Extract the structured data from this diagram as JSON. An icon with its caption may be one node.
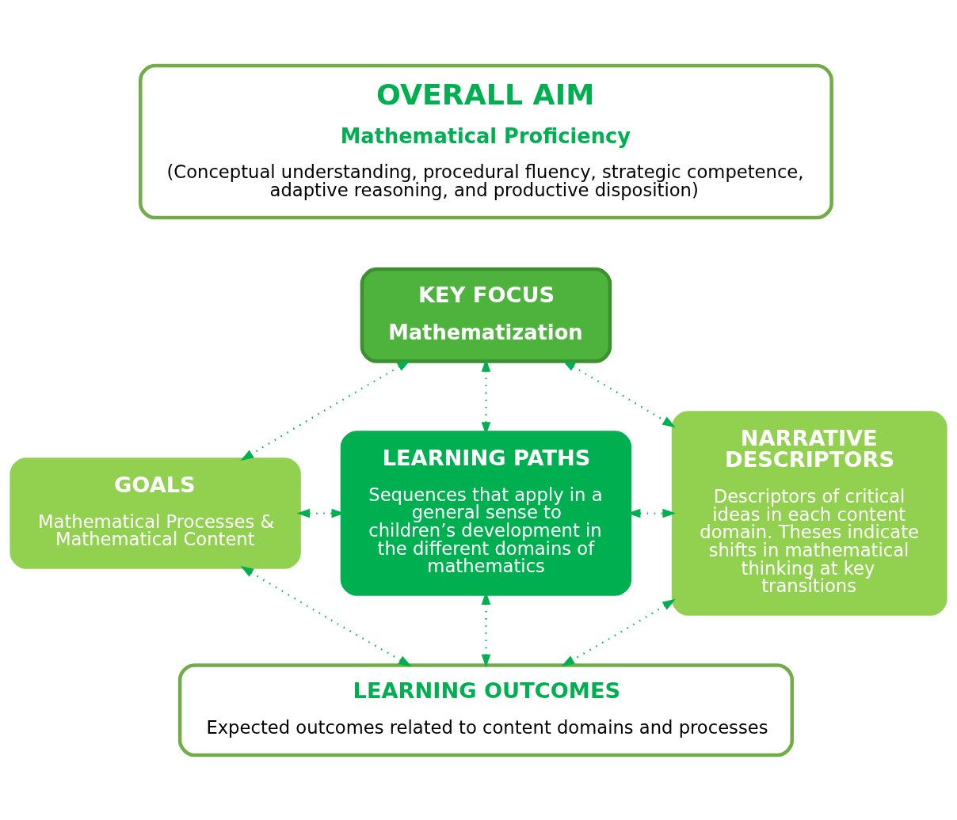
{
  "diagram": {
    "nodes": [
      {
        "text": [
          "OVERALL AIM",
          "Mathematical Proficiency",
          "(Conceptual understanding, procedural fluency, strategic competence, adaptive reasoning, and productive disposition)"
        ]
      },
      {
        "text": [
          "KEY FOCUS",
          "Mathematization"
        ]
      },
      {
        "text": [
          "GOALS",
          "Mathematical Processes & Mathematical Content"
        ]
      },
      {
        "text": [
          "LEARNING PATHS",
          "Sequences that apply in a general sense to children’s development in the different domains of mathematics"
        ]
      },
      {
        "text": [
          "NARRATIVE DESCRIPTORS",
          "Descriptors of critical ideas in each content domain. Theses indicate shifts in mathematical thinking at key transitions"
        ]
      },
      {
        "text": [
          "LEARNING OUTCOMES",
          "Expected outcomes related to content domains and processes"
        ]
      }
    ],
    "edges": [
      {
        "from": 1,
        "to": 2,
        "arrow": "both"
      },
      {
        "from": 1,
        "to": 3,
        "arrow": "both"
      },
      {
        "from": 1,
        "to": 4,
        "arrow": "both"
      },
      {
        "from": 2,
        "to": 3,
        "arrow": "both"
      },
      {
        "from": 3,
        "to": 4,
        "arrow": "both"
      },
      {
        "from": 2,
        "to": 5,
        "arrow": "both"
      },
      {
        "from": 3,
        "to": 5,
        "arrow": "both"
      },
      {
        "from": 4,
        "to": 5,
        "arrow": "both"
      }
    ]
  }
}
